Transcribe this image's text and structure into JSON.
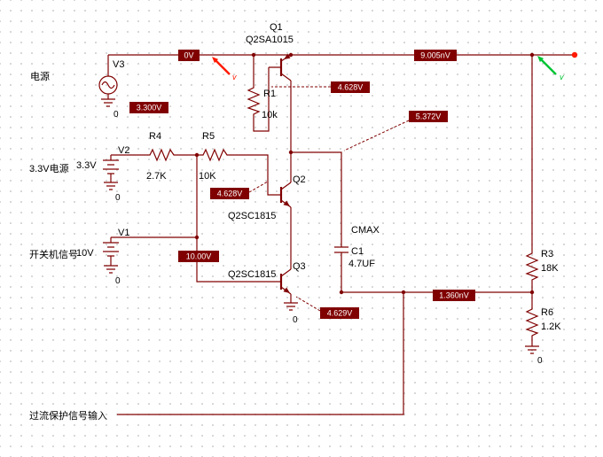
{
  "annotations": {
    "power": "电源",
    "v33": "3.3V电源",
    "switch_signal": "开关机信号",
    "overcurrent": "过流保护信号输入"
  },
  "components": {
    "v3": {
      "ref": "V3",
      "net": "0"
    },
    "v2": {
      "ref": "V2",
      "value": "3.3V",
      "net": "0"
    },
    "v1": {
      "ref": "V1",
      "value": "10V",
      "net": "0"
    },
    "q1": {
      "ref": "Q1",
      "part": "Q2SA1015"
    },
    "q2": {
      "ref": "Q2",
      "part": "Q2SC1815"
    },
    "q3": {
      "ref": "Q3",
      "part": "Q2SC1815",
      "net": "0"
    },
    "r1": {
      "ref": "R1",
      "value": "10k"
    },
    "r4": {
      "ref": "R4",
      "value": "2.7K"
    },
    "r5": {
      "ref": "R5",
      "value": "10K"
    },
    "r3": {
      "ref": "R3",
      "value": "18K"
    },
    "r6": {
      "ref": "R6",
      "value": "1.2K",
      "net": "0"
    },
    "c1": {
      "ref": "C1",
      "value": "4.7UF",
      "tag": "CMAX"
    }
  },
  "measurements": {
    "rail_left": "0V",
    "rail_right": "9.005nV",
    "v2_top": "3.300V",
    "q1_base": "4.628V",
    "collector_node": "5.372V",
    "q2_base": "4.628V",
    "switch_node": "10.00V",
    "q3_emitter": "4.629V",
    "output": "1.360nV"
  },
  "probes": {
    "red_label": "v",
    "green_label": "v"
  },
  "colors": {
    "wire": "#800000",
    "readout_bg": "#800000",
    "readout_text": "#ffffff",
    "probe_red": "#ff1a00",
    "probe_green": "#00c433"
  }
}
